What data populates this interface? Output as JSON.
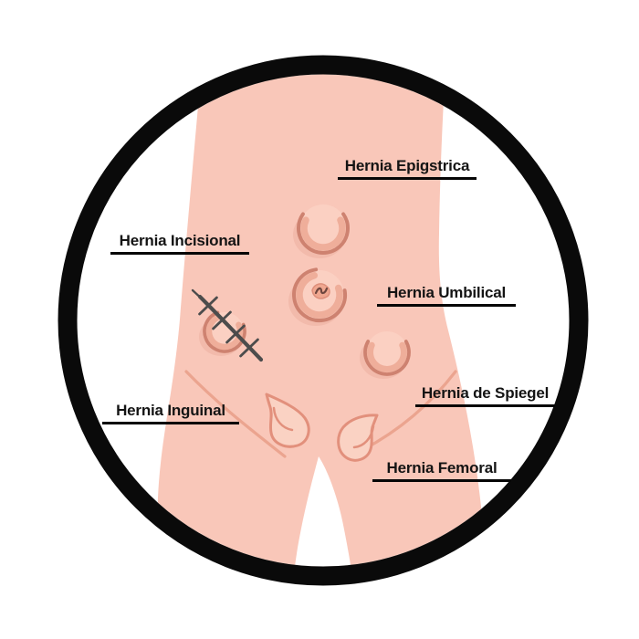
{
  "diagram": {
    "title": "Types of hernia illustration",
    "frame": {
      "shape": "circle",
      "color": "#0a0a0a"
    },
    "colors": {
      "background": "#ffffff",
      "skin": "#F9C7B9",
      "bump_fill": "#FBD0C2",
      "bump_line": "#CE8270",
      "bump_inner_shadow": "#EDAA96",
      "bump_soft_shadow": "#D98E7B",
      "teardrop_fill": "#FAD2C3",
      "teardrop_line": "#E2907C",
      "crease": "#EBA48F",
      "navel_fill": "#F0A790",
      "navel_mark": "#6E463E",
      "scar": "#4C4C4C",
      "label_text": "#141414",
      "label_underline": "#060606"
    },
    "labels": [
      {
        "id": "epigastrica",
        "text": "Hernia Epigstrica"
      },
      {
        "id": "incisional",
        "text": "Hernia Incisional"
      },
      {
        "id": "umbilical",
        "text": "Hernia Umbilical"
      },
      {
        "id": "spiegel",
        "text": "Hernia de Spiegel"
      },
      {
        "id": "inguinal",
        "text": "Hernia Inguinal"
      },
      {
        "id": "femoral",
        "text": "Hernia Femoral"
      }
    ]
  }
}
